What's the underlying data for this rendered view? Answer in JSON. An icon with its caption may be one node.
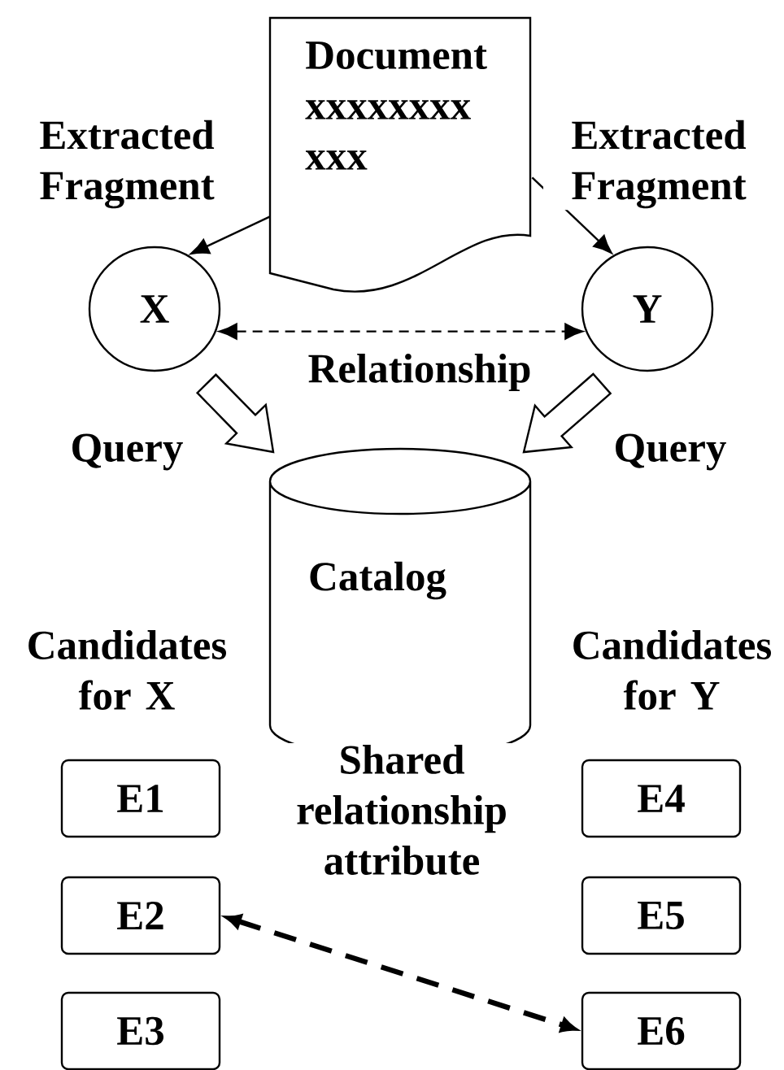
{
  "diagram": {
    "nodes": [
      {
        "text": [
          "Document",
          "xxxxxxxx xxx"
        ]
      },
      {
        "text": [
          "X"
        ]
      },
      {
        "text": [
          "Y"
        ]
      },
      {
        "text": [
          "Catalog"
        ]
      },
      {
        "text": [
          "E1"
        ]
      },
      {
        "text": [
          "E2"
        ]
      },
      {
        "text": [
          "E3"
        ]
      },
      {
        "text": [
          "E4"
        ]
      },
      {
        "text": [
          "E5"
        ]
      },
      {
        "text": [
          "E6"
        ]
      }
    ],
    "edges": [
      {
        "from": 0,
        "to": 1,
        "arrow": "to",
        "label": "Extracted Fragment"
      },
      {
        "from": 0,
        "to": 2,
        "arrow": "to",
        "label": "Extracted Fragment"
      },
      {
        "from": 1,
        "to": 2,
        "arrow": "both",
        "style": "dashed",
        "label": "Relationship"
      },
      {
        "from": 1,
        "to": 3,
        "arrow": "to",
        "style": "thick",
        "label": "Query"
      },
      {
        "from": 2,
        "to": 3,
        "arrow": "to",
        "style": "thick",
        "label": "Query"
      },
      {
        "from": 5,
        "to": 9,
        "arrow": "both",
        "style": "dashed",
        "label": "Shared relationship attribute"
      }
    ],
    "labels": [
      "Candidates for X",
      "Candidates for Y"
    ]
  }
}
